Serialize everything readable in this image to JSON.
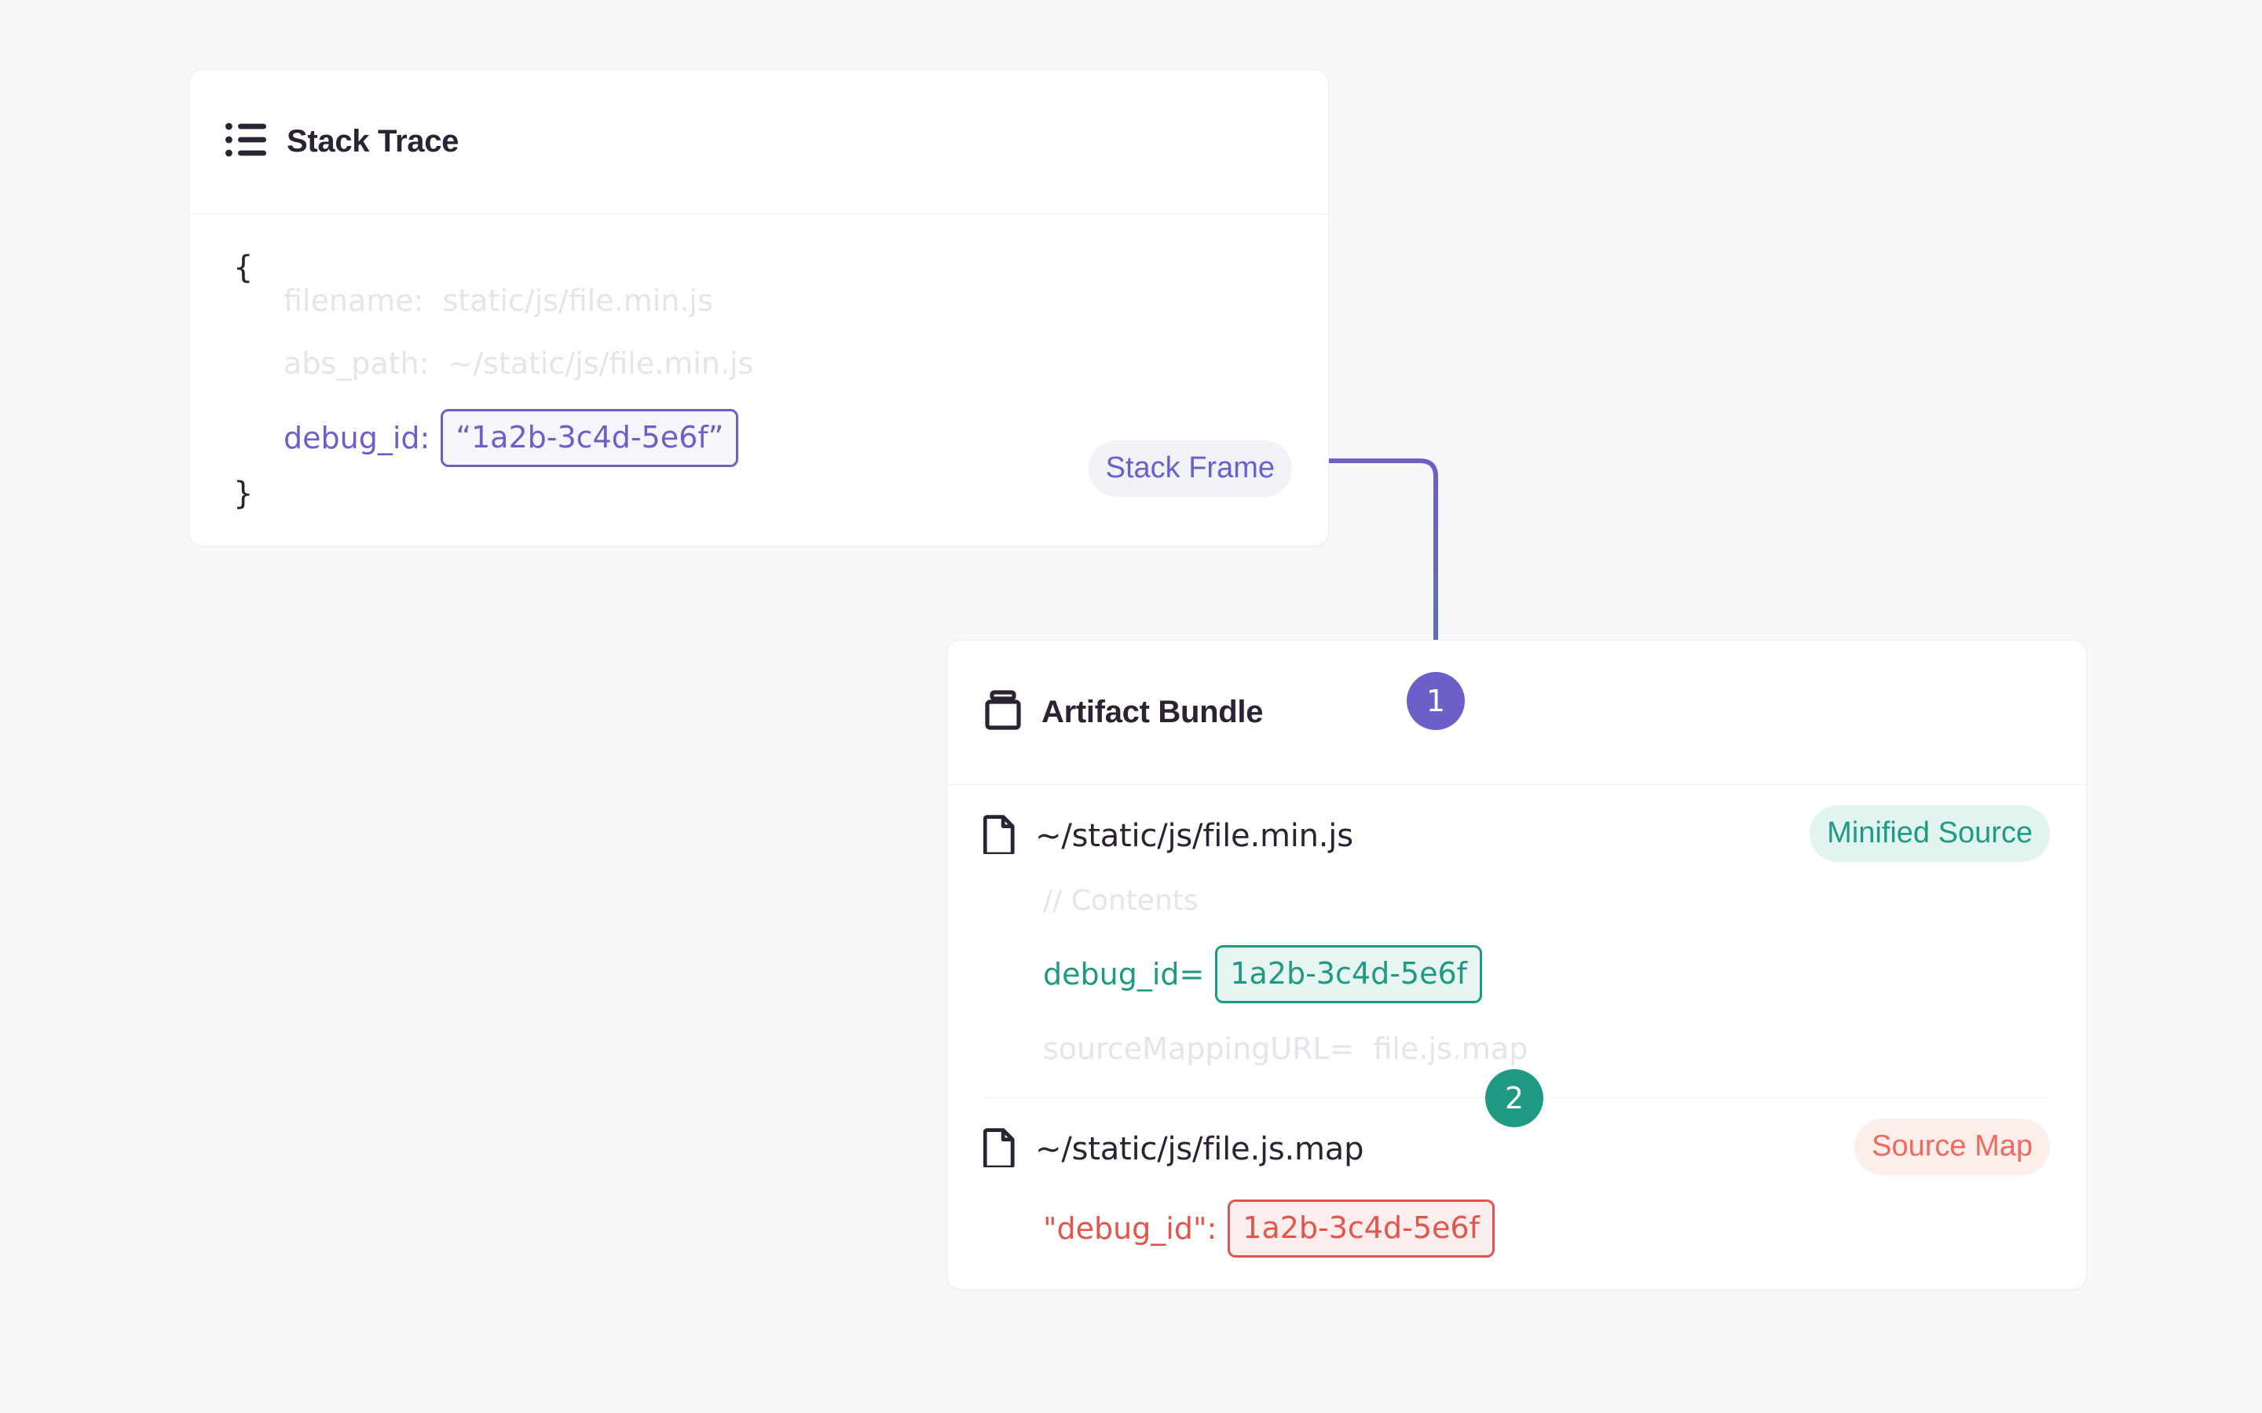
{
  "background_color": "#f7f8fa",
  "colors": {
    "purple": "#6c5fc7",
    "teal": "#1e9a83",
    "red": "#e1564c",
    "ink": "#2b2233",
    "faded": "#e3e5ea"
  },
  "stack_trace": {
    "title": "Stack Trace",
    "icon": "list-icon",
    "badge": "Stack Frame",
    "open_brace": "{",
    "close_brace": "}",
    "fields": [
      {
        "key": "filename:",
        "value": "static/js/file.min.js",
        "state": "faded"
      },
      {
        "key": "abs_path:",
        "value": "~/static/js/file.min.js",
        "state": "faded"
      },
      {
        "key": "debug_id:",
        "value": "“1a2b-3c4d-5e6f”",
        "state": "highlight-purple"
      }
    ]
  },
  "artifact_bundle": {
    "title": "Artifact Bundle",
    "icon": "package-icon",
    "files": [
      {
        "name": "~/static/js/file.min.js",
        "icon": "file-icon",
        "badge": "Minified Source",
        "badge_style": "green",
        "lines": [
          {
            "text": "// Contents",
            "state": "faded"
          },
          {
            "key": "debug_id=",
            "value": "1a2b-3c4d-5e6f",
            "state": "highlight-teal"
          },
          {
            "key": "sourceMappingURL=",
            "value": "file.js.map",
            "state": "faded"
          }
        ]
      },
      {
        "name": "~/static/js/file.js.map",
        "icon": "file-icon",
        "badge": "Source Map",
        "badge_style": "red",
        "lines": [
          {
            "key": "\"debug_id\":",
            "value": "1a2b-3c4d-5e6f",
            "state": "highlight-red"
          }
        ]
      }
    ]
  },
  "steps": [
    {
      "number": "1",
      "color": "#6c5fc7"
    },
    {
      "number": "2",
      "color": "#1e9a83"
    }
  ]
}
